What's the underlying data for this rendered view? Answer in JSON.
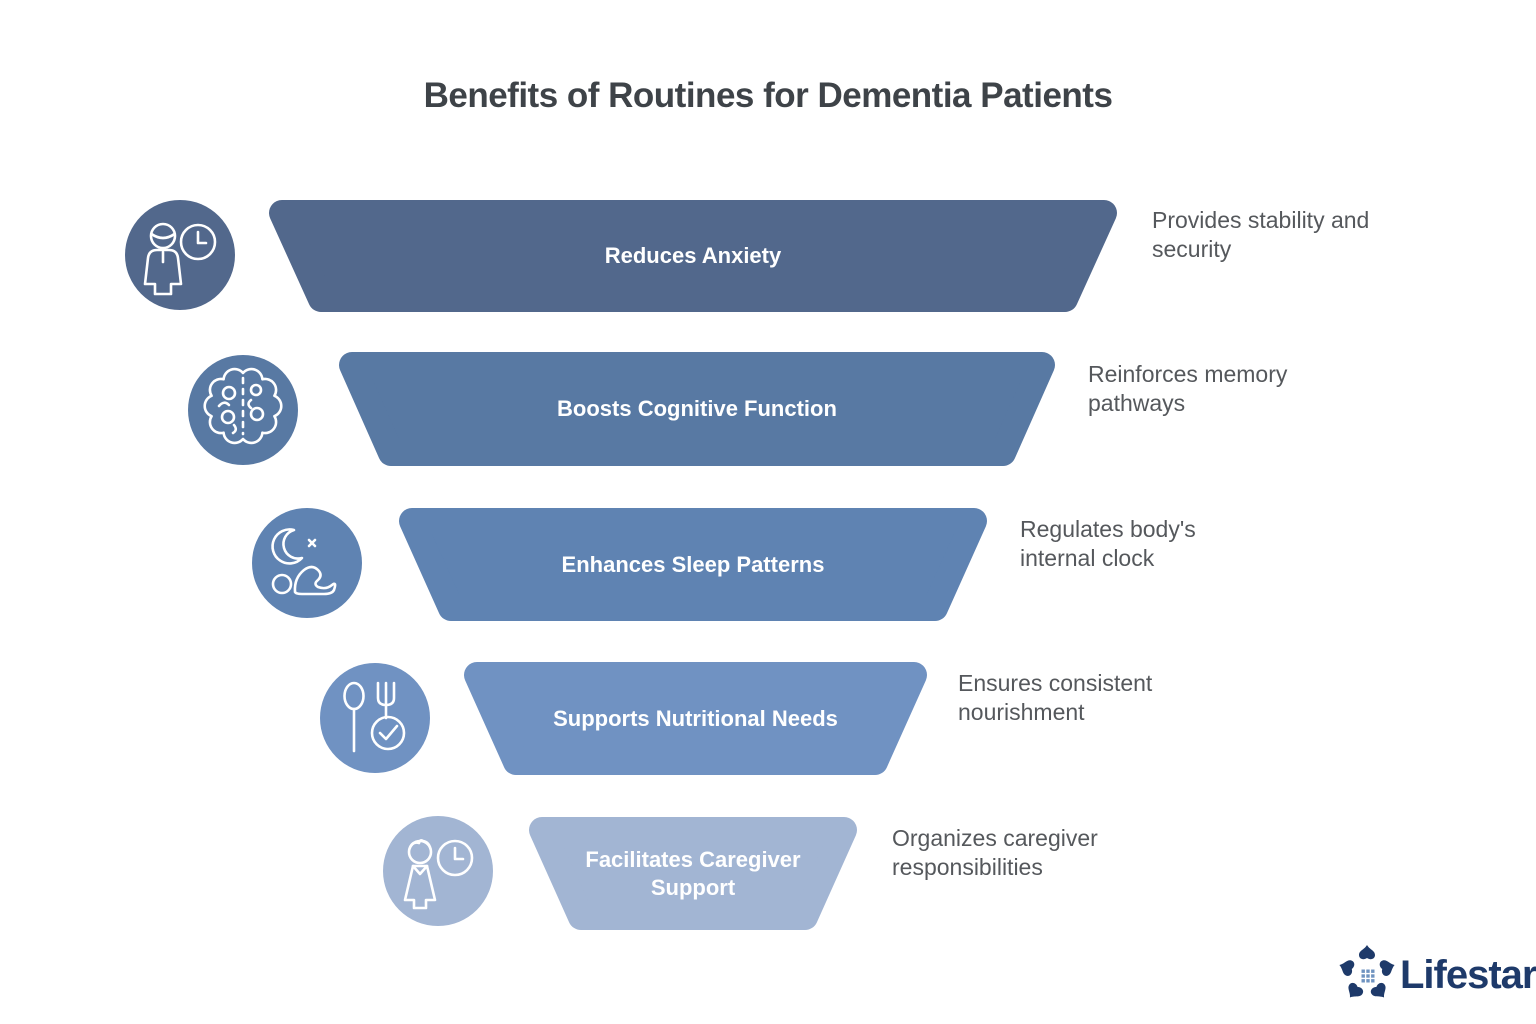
{
  "title": "Benefits of Routines for Dementia Patients",
  "funnel": {
    "levels": [
      {
        "label": "Reduces Anxiety",
        "description": "Provides stability and security",
        "color": "#52688c",
        "icon": "person-clock-icon"
      },
      {
        "label": "Boosts Cognitive Function",
        "description": "Reinforces memory pathways",
        "color": "#5879a3",
        "icon": "brain-icon"
      },
      {
        "label": "Enhances Sleep Patterns",
        "description": "Regulates body's internal clock",
        "color": "#5f83b2",
        "icon": "moon-sleep-icon"
      },
      {
        "label": "Supports Nutritional Needs",
        "description": "Ensures consistent nourishment",
        "color": "#7092c2",
        "icon": "cutlery-check-icon"
      },
      {
        "label": "Facilitates Caregiver Support",
        "description": "Organizes caregiver responsibilities",
        "color": "#a2b5d3",
        "icon": "caregiver-clock-icon"
      }
    ]
  },
  "logo": {
    "text": "Lifestar",
    "brand_color": "#1e3a6a",
    "accent_color": "#6f93c0"
  }
}
